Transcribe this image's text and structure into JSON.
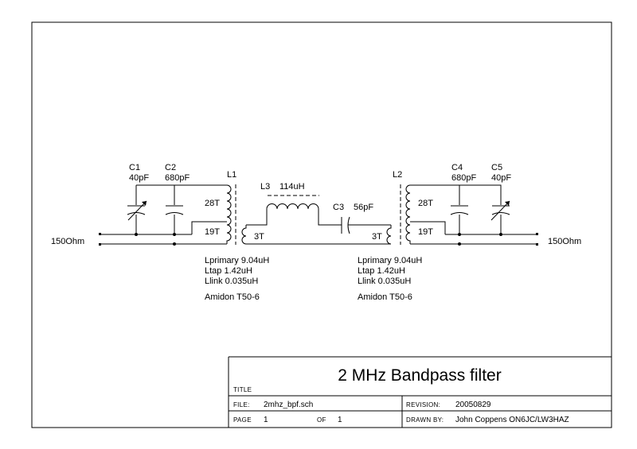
{
  "schematic": {
    "c1": {
      "ref": "C1",
      "value": "40pF"
    },
    "c2": {
      "ref": "C2",
      "value": "680pF"
    },
    "c3": {
      "ref": "C3",
      "value": "56pF"
    },
    "c4": {
      "ref": "C4",
      "value": "680pF"
    },
    "c5": {
      "ref": "C5",
      "value": "40pF"
    },
    "l1": {
      "ref": "L1",
      "turns_main": "28T",
      "turns_tap": "19T",
      "turns_link": "3T"
    },
    "l2": {
      "ref": "L2",
      "turns_main": "28T",
      "turns_tap": "19T",
      "turns_link": "3T"
    },
    "l3": {
      "ref": "L3",
      "value": "114uH"
    },
    "port_in": "150Ohm",
    "port_out": "150Ohm",
    "notes_left": {
      "lprimary": "Lprimary 9.04uH",
      "ltap": "Ltap 1.42uH",
      "llink": "Llink 0.035uH",
      "core": "Amidon T50-6"
    },
    "notes_right": {
      "lprimary": "Lprimary 9.04uH",
      "ltap": "Ltap 1.42uH",
      "llink": "Llink 0.035uH",
      "core": "Amidon T50-6"
    }
  },
  "title_block": {
    "title_label": "TITLE",
    "title": "2 MHz Bandpass filter",
    "file_label": "FILE:",
    "file": "2mhz_bpf.sch",
    "revision_label": "REVISION:",
    "revision": "20050829",
    "page_label": "PAGE",
    "page": "1",
    "of_label": "OF",
    "of": "1",
    "drawn_by_label": "DRAWN BY:",
    "drawn_by": "John Coppens ON6JC/LW3HAZ"
  }
}
